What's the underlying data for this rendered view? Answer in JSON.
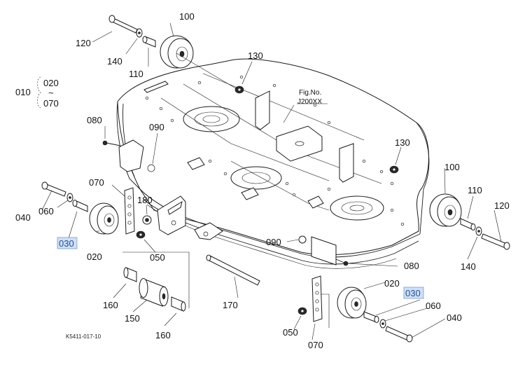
{
  "figure": {
    "fig_no_label": "Fig.No.",
    "fig_no_value": "J200XX",
    "image_code": "K5411-017-10",
    "range_ref": "010",
    "range_top": "020",
    "range_tilde": "~",
    "range_bottom": "070",
    "highlight_color": "#cfe0f7"
  },
  "callouts": {
    "p100_top": "100",
    "p120_top": "120",
    "p140_top": "140",
    "p110_top": "110",
    "p130_top": "130",
    "p080_left": "080",
    "p090_left": "090",
    "p070_left": "070",
    "p040_left": "040",
    "p060_left": "060",
    "p030_left": "030",
    "p020_left": "020",
    "p180": "180",
    "p050_left": "050",
    "p160_a": "160",
    "p150": "150",
    "p160_b": "160",
    "p170": "170",
    "p130_right": "130",
    "p100_right": "100",
    "p110_right": "110",
    "p120_right": "120",
    "p140_right": "140",
    "p090_right": "090",
    "p080_right": "080",
    "p020_right": "020",
    "p030_right": "030",
    "p060_right": "060",
    "p040_right": "040",
    "p050_right": "050",
    "p070_right": "070"
  }
}
